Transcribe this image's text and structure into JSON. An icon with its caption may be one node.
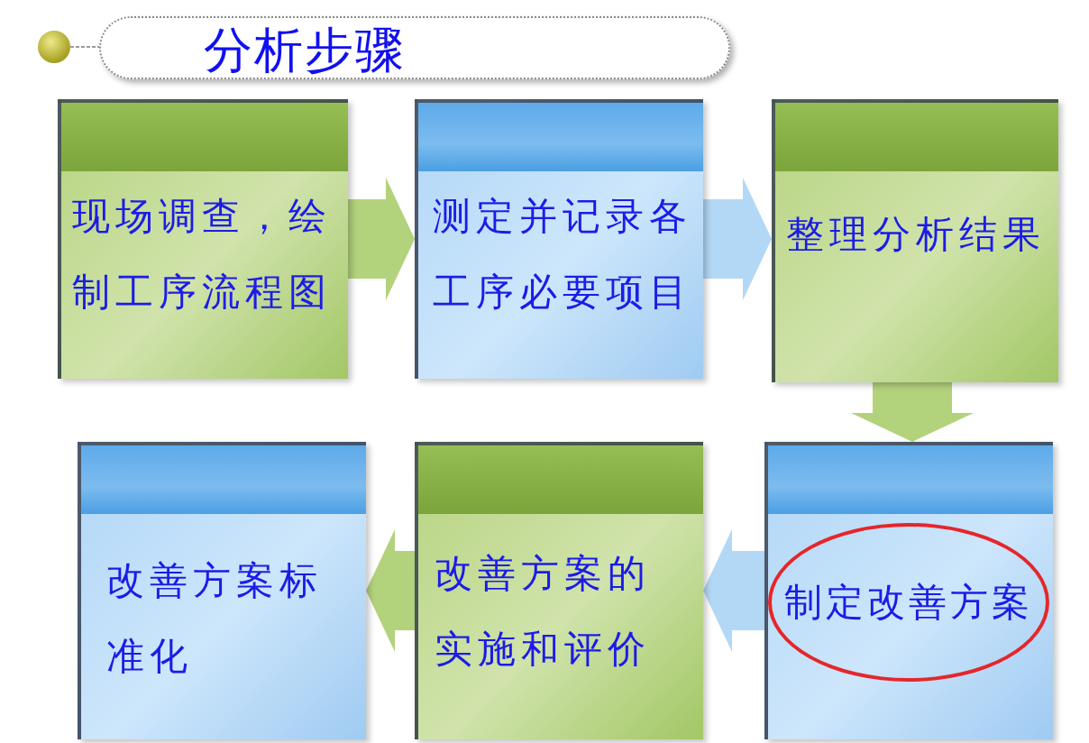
{
  "diagram": {
    "title": "分析步骤",
    "nodes": [
      {
        "text": [
          "现场调查，绘制工序流程图"
        ]
      },
      {
        "text": [
          "测定并记录各工序必要项目"
        ]
      },
      {
        "text": [
          "整理分析结果"
        ]
      },
      {
        "text": [
          "改善方案标准化"
        ]
      },
      {
        "text": [
          "改善方案的实施和评价"
        ]
      },
      {
        "text": [],
        "shape": "box"
      },
      {
        "text": [
          "制定改善方案"
        ],
        "in": 5
      }
    ],
    "edges": [
      {
        "from": 0,
        "to": 1,
        "arrow": "to"
      },
      {
        "from": 1,
        "to": 2,
        "arrow": "to",
        "color": "#b3d8f6"
      },
      {
        "from": 2,
        "to": 5,
        "arrow": "to"
      },
      {
        "from": 5,
        "to": 4,
        "arrow": "to",
        "color": "#b3d8f6"
      },
      {
        "from": 4,
        "to": 3,
        "arrow": "to"
      }
    ]
  }
}
